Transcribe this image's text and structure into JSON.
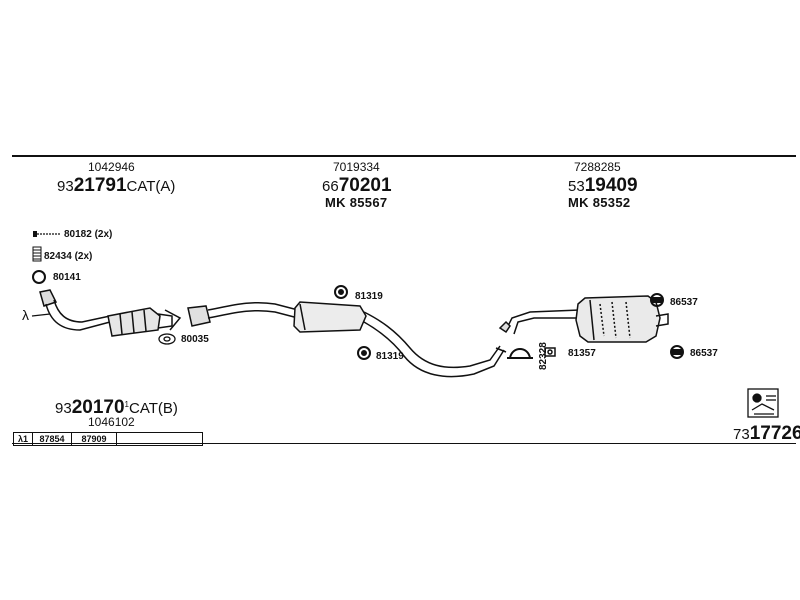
{
  "top_groups": [
    {
      "ref": "1042946",
      "prefix": "93",
      "code": "21791",
      "suffix": "CAT(A)"
    },
    {
      "ref": "7019334",
      "prefix": "66",
      "code": "70201",
      "mk": "MK  85567"
    },
    {
      "ref": "7288285",
      "prefix": "53",
      "code": "19409",
      "mk": "MK  85352"
    }
  ],
  "labels": {
    "p80182": "80182 (2x)",
    "p82434": "82434 (2x)",
    "p80141": "80141",
    "p80035": "80035",
    "p81319a": "81319",
    "p81319b": "81319",
    "p86537a": "86537",
    "p86537b": "86537",
    "p81357": "81357",
    "p82328": "82328",
    "lambda": "λ"
  },
  "bottom_left": {
    "prefix": "93",
    "code": "20170",
    "suffix": "CAT(B)",
    "superscript": "1",
    "ref": "1046102"
  },
  "table": [
    "λ1",
    "87854",
    "87909",
    ""
  ],
  "bottom_right": {
    "prefix": "73",
    "code": "17726"
  }
}
